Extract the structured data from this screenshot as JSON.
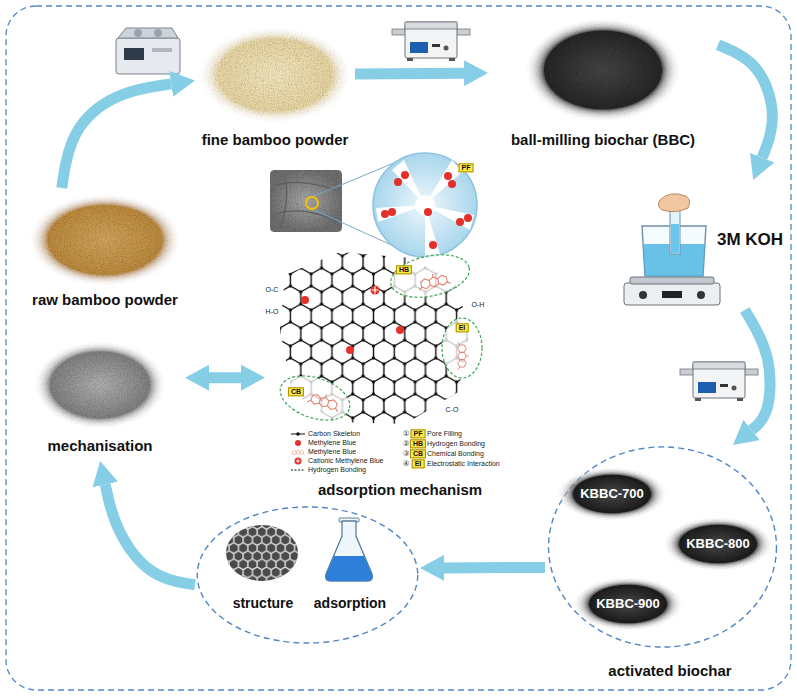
{
  "diagram": {
    "nodes": [
      {
        "text": [
          "raw bamboo powder"
        ]
      },
      {
        "text": [
          "fine bamboo powder"
        ]
      },
      {
        "text": [
          "ball-milling biochar (BBC)"
        ]
      },
      {
        "text": [
          "3M KOH"
        ]
      },
      {
        "text": [
          "activated biochar"
        ]
      },
      {
        "text": [
          "KBBC-700"
        ],
        "in": 4
      },
      {
        "text": [
          "KBBC-800"
        ],
        "in": 4
      },
      {
        "text": [
          "KBBC-900"
        ],
        "in": 4
      },
      {
        "text": [
          "structure",
          "adsorption"
        ]
      },
      {
        "text": [
          "mechanisation"
        ]
      },
      {
        "text": [
          "adsorption mechanism"
        ]
      }
    ],
    "edges": [
      {
        "from": 0,
        "to": 1,
        "arrow": "to"
      },
      {
        "from": 1,
        "to": 2,
        "arrow": "to"
      },
      {
        "from": 2,
        "to": 3,
        "arrow": "to"
      },
      {
        "from": 3,
        "to": 4,
        "arrow": "to"
      },
      {
        "from": 4,
        "to": 8,
        "arrow": "to"
      },
      {
        "from": 8,
        "to": 9,
        "arrow": "to"
      },
      {
        "from": 9,
        "to": 10,
        "arrow": "both"
      }
    ],
    "labels": [
      "PF",
      "HB",
      "EI",
      "CB",
      "O-C",
      "H-O",
      "O-H",
      "C-O",
      "①",
      "②",
      "③",
      "④",
      "PF",
      "HB",
      "CB",
      "EI"
    ],
    "legend": [
      {
        "text": "Carbon Skeleton"
      },
      {
        "text": "Methylene Blue"
      },
      {
        "text": "Methylene Blue"
      },
      {
        "text": "Cationic Methylene Blue"
      },
      {
        "text": "Hydrogen Bonding"
      },
      {
        "text": "Pore Filling"
      },
      {
        "text": "Hydrogen Bonding"
      },
      {
        "text": "Chemical Bonding"
      },
      {
        "text": "Electrostatic Interaction"
      }
    ]
  }
}
